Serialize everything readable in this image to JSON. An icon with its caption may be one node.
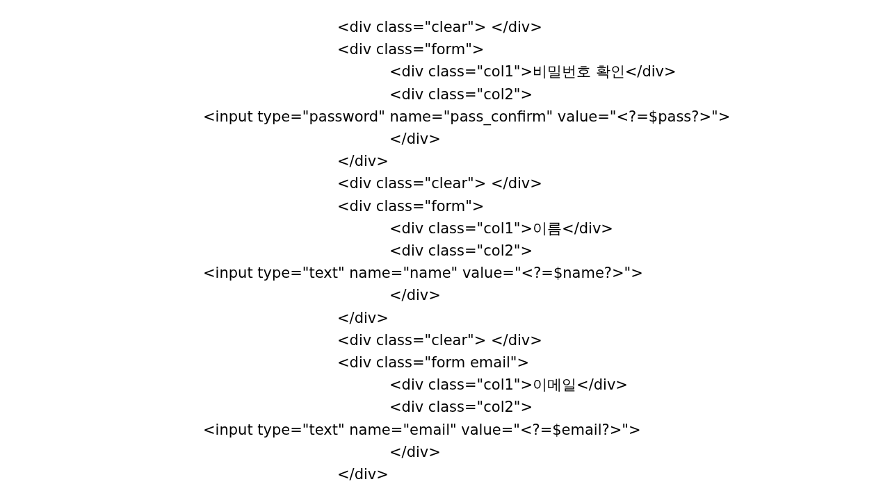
{
  "diagram": {
    "labels": [
      "<div class=\"clear\"> </div>",
      "<div class=\"form\">",
      "<div class=\"col1\">비밀번호 확인</div>",
      "<div class=\"col2\">",
      "<input type=\"password\" name=\"pass_confirm\" value=\"<?=$pass?>\">",
      "</div>",
      "</div>",
      "<div class=\"clear\"> </div>",
      "<div class=\"form\">",
      "<div class=\"col1\">이름</div>",
      "<div class=\"col2\">",
      "<input type=\"text\" name=\"name\" value=\"<?=$name?>\">",
      "</div>",
      "</div>",
      "<div class=\"clear\"> </div>",
      "<div class=\"form email\">",
      "<div class=\"col1\">이메일</div>",
      "<div class=\"col2\">",
      "<input type=\"text\" name=\"email\" value=\"<?=$email?>\">",
      "</div>",
      "</div>"
    ]
  }
}
